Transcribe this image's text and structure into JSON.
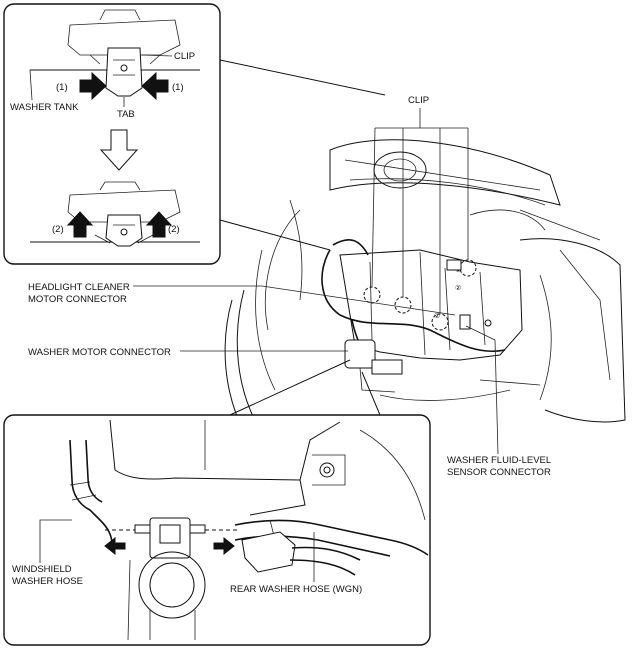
{
  "labels": {
    "clip_inset": "CLIP",
    "push_left": "(1)",
    "push_right": "(1)",
    "washer_tank": "WASHER TANK",
    "tab": "TAB",
    "pull_left": "(2)",
    "pull_right": "(2)",
    "clip_main": "CLIP",
    "headlight_line1": "HEADLIGHT CLEANER",
    "headlight_line2": "MOTOR CONNECTOR",
    "washer_motor_connector": "WASHER MOTOR CONNECTOR",
    "fluid_level_line1": "WASHER FLUID-LEVEL",
    "fluid_level_line2": "SENSOR CONNECTOR",
    "windshield_line1": "WINDSHIELD",
    "windshield_line2": "WASHER HOSE",
    "rear_washer_hose": "REAR WASHER HOSE (WGN)"
  }
}
